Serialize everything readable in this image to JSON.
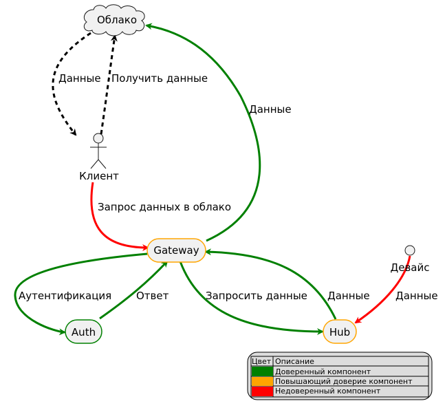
{
  "nodes": {
    "cloud": {
      "label": "Облако"
    },
    "client": {
      "label": "Клиент"
    },
    "gateway": {
      "label": "Gateway"
    },
    "auth": {
      "label": "Auth"
    },
    "hub": {
      "label": "Hub"
    },
    "device": {
      "label": "Девайс"
    }
  },
  "edges": {
    "cloud_to_client": {
      "label": "Данные"
    },
    "client_to_cloud": {
      "label": "Получить данные"
    },
    "gateway_to_cloud": {
      "label": "Данные"
    },
    "client_to_gateway": {
      "label": "Запрос данных в облако"
    },
    "gateway_to_auth": {
      "label": "Аутентификация"
    },
    "auth_to_gateway": {
      "label": "Ответ"
    },
    "gateway_to_hub": {
      "label": "Запросить данные"
    },
    "hub_to_gateway": {
      "label": "Данные"
    },
    "device_to_hub": {
      "label": "Данные"
    }
  },
  "legend": {
    "header": {
      "color": "Цвет",
      "description": "Описание"
    },
    "rows": [
      {
        "color": "#008000",
        "description": "Доверенный компонент"
      },
      {
        "color": "#FFA500",
        "description": "Повышающий доверие компонент"
      },
      {
        "color": "#FF0000",
        "description": "Недоверенный компонент"
      }
    ]
  },
  "colors": {
    "trusted": "#008000",
    "trust_raising": "#FFA500",
    "untrusted": "#FF0000",
    "dashed": "#000000",
    "node_fill": "#F1F1F1"
  }
}
